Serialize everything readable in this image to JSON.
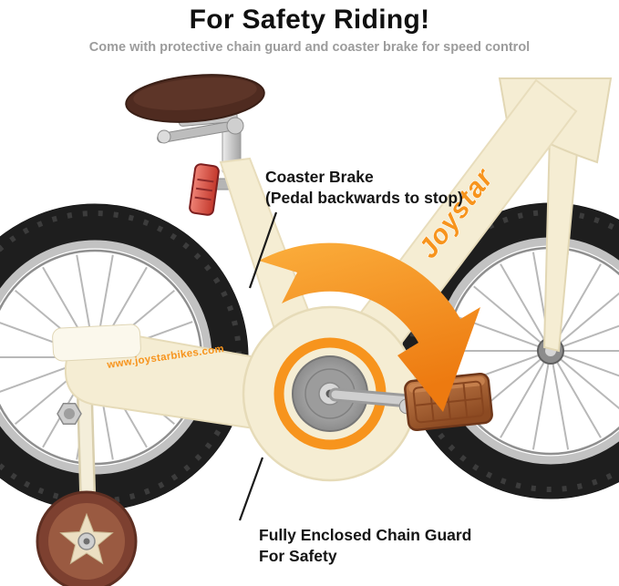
{
  "header": {
    "title": "For Safety Riding!",
    "subtitle": "Come with protective chain guard and coaster brake for speed control"
  },
  "annotations": {
    "coaster_brake": {
      "line1": "Coaster Brake",
      "line2": "(Pedal backwards to stop)"
    },
    "chain_guard": {
      "line1": "Fully Enclosed Chain Guard",
      "line2": "For Safety"
    }
  },
  "bike": {
    "brand_logo": "Joystar",
    "website": "www.joystarbikes.com"
  },
  "colors": {
    "accent_orange": "#F7941D",
    "frame_cream": "#F5EDD3",
    "pedal_copper": "#A9663A",
    "subtitle_gray": "#9C9C9C"
  }
}
